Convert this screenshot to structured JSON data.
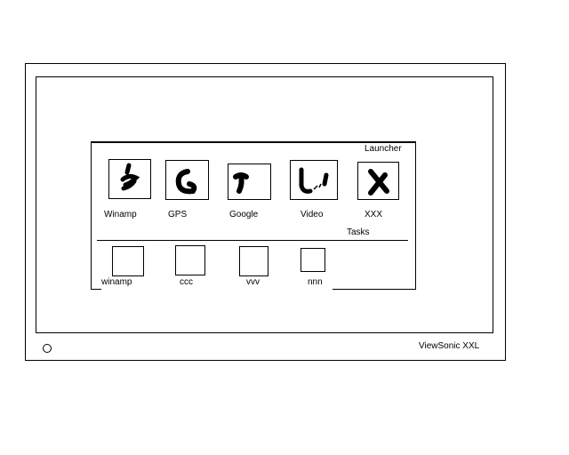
{
  "monitor": {
    "brand": "ViewSonic XXL"
  },
  "panel": {
    "title": "Launcher",
    "tasks_label": "Tasks"
  },
  "launcher": [
    {
      "label": "Winamp",
      "icon": "winamp-scribble-icon"
    },
    {
      "label": "GPS",
      "icon": "gps-scribble-icon"
    },
    {
      "label": "Google",
      "icon": "google-scribble-icon"
    },
    {
      "label": "Video",
      "icon": "video-scribble-icon"
    },
    {
      "label": "XXX",
      "icon": "xxx-scribble-icon"
    }
  ],
  "tasks": [
    {
      "label": "winamp"
    },
    {
      "label": "ccc"
    },
    {
      "label": "vvv"
    },
    {
      "label": "nnn"
    }
  ]
}
